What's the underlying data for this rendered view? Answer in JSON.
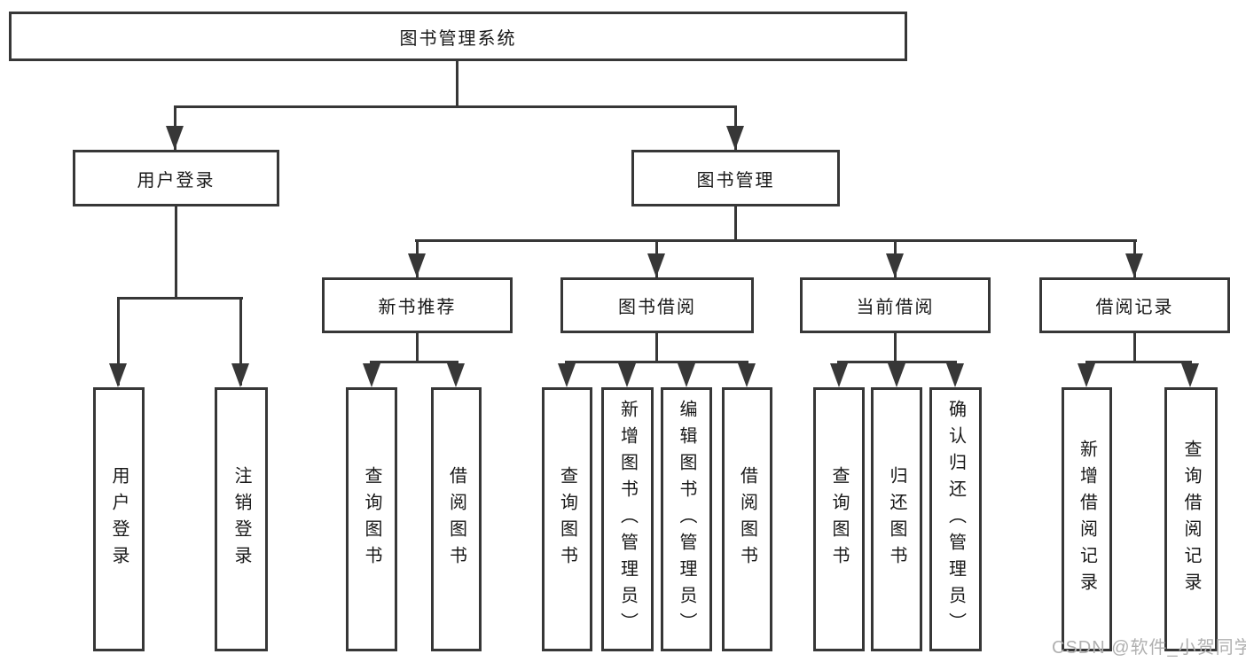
{
  "diagram": {
    "root": "图书管理系统",
    "login": {
      "label": "用户登录",
      "children": [
        "用户登录",
        "注销登录"
      ]
    },
    "management": {
      "label": "图书管理",
      "sections": [
        {
          "label": "新书推荐",
          "children": [
            "查询图书",
            "借阅图书"
          ]
        },
        {
          "label": "图书借阅",
          "children": [
            "查询图书",
            "新增图书（管理员）",
            "编辑图书（管理员）",
            "借阅图书"
          ]
        },
        {
          "label": "当前借阅",
          "children": [
            "查询图书",
            "归还图书",
            "确认归还（管理员）"
          ]
        },
        {
          "label": "借阅记录",
          "children": [
            "新增借阅记录",
            "查询借阅记录"
          ]
        }
      ]
    },
    "watermark": "CSDN @软件_小贺同学",
    "colors": {
      "line": "#373737",
      "text": "#181818",
      "watermark": "#b0b0b0"
    }
  }
}
